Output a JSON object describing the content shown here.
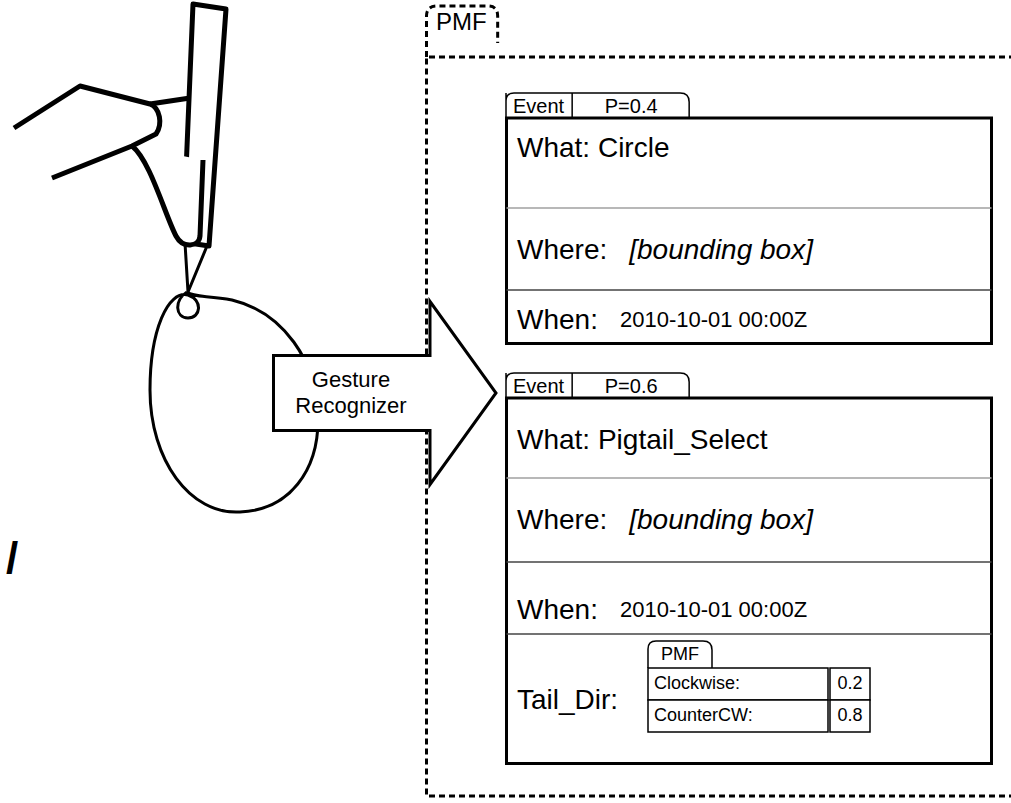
{
  "diagram": {
    "nodes": [
      {
        "text": [
          "Gesture Recognizer"
        ]
      },
      {
        "text": [
          "PMF"
        ]
      },
      {
        "text": [
          "Event",
          "P=0.4",
          "What: Circle",
          "Where:",
          "[bounding box]",
          "When:",
          "2010-10-01 00:00Z"
        ],
        "in": 1
      },
      {
        "text": [
          "Event",
          "P=0.6",
          "What: Pigtail_Select",
          "Where:",
          "[bounding box]",
          "When:",
          "2010-10-01 00:00Z",
          "Tail_Dir:"
        ],
        "in": 1
      },
      {
        "text": [
          "PMF",
          "Clockwise:",
          "0.2",
          "CounterCW:",
          "0.8"
        ],
        "in": 3
      }
    ],
    "labels": [
      "/"
    ]
  }
}
